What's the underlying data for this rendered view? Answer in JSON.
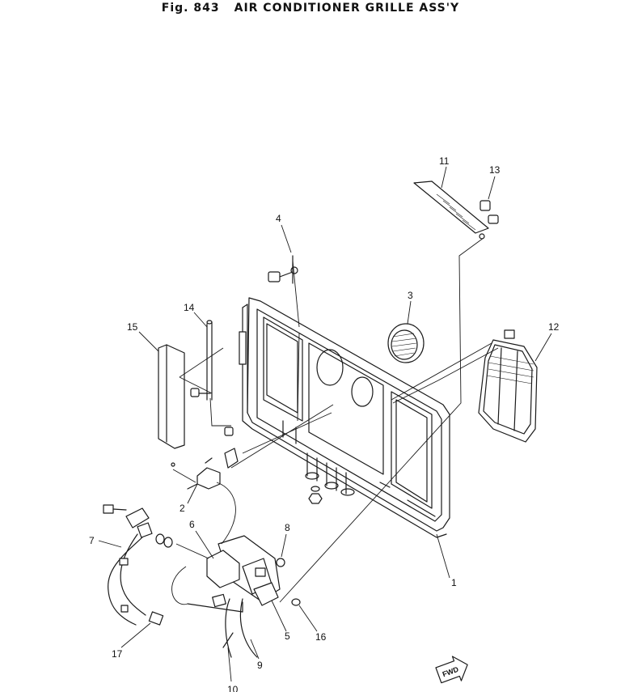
{
  "figure": {
    "number": "Fig. 843",
    "title": "AIR CONDITIONER GRILLE ASS'Y"
  },
  "callouts": [
    "1",
    "2",
    "3",
    "4",
    "5",
    "6",
    "7",
    "8",
    "9",
    "10",
    "11",
    "12",
    "13",
    "14",
    "15",
    "16",
    "17"
  ],
  "direction_marker": "FWD"
}
